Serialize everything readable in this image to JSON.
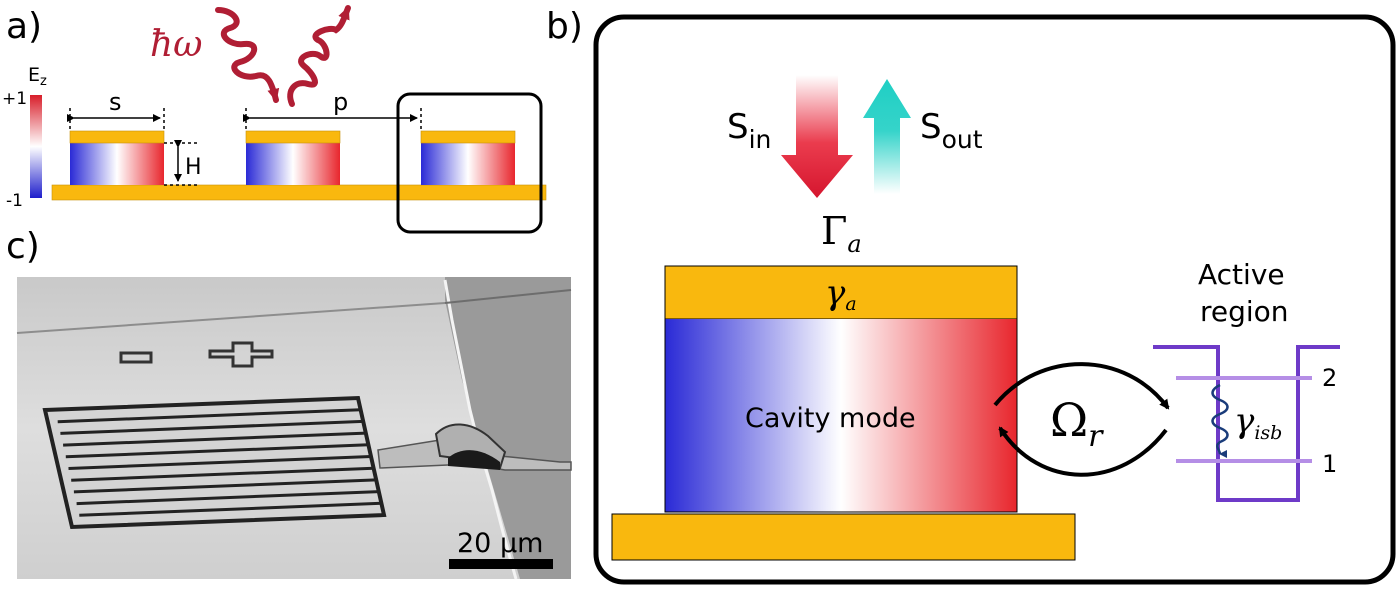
{
  "colors": {
    "gold": "#F9B80E",
    "blue": "#2A2AD6",
    "red": "#E8262D",
    "teal": "#1FCFC4",
    "dark_red": "#B01E34",
    "purple": "#6E3AC8",
    "light_purple": "#B58EE6",
    "navy": "#1A3C7A"
  },
  "panel_a": {
    "label": "a)",
    "colorbar": {
      "title": "E",
      "title_sub": "z",
      "max": "+1",
      "min": "-1"
    },
    "photon_label": "ħω",
    "dim_s": "s",
    "dim_p": "p",
    "dim_h": "H"
  },
  "panel_b": {
    "label": "b)",
    "s_in": {
      "main": "S",
      "sub": "in"
    },
    "s_out": {
      "main": "S",
      "sub": "out"
    },
    "gamma_a_rad": {
      "main": "Γ",
      "sub": "a"
    },
    "gamma_a_abs": {
      "main": "γ",
      "sub": "a"
    },
    "cavity_label": "Cavity mode",
    "omega": {
      "main": "Ω",
      "sub": "r"
    },
    "active_region_line1": "Active",
    "active_region_line2": "region",
    "level_2": "2",
    "level_1": "1",
    "gamma_isb": {
      "main": "γ",
      "sub": "isb"
    }
  },
  "panel_c": {
    "label": "c)",
    "scale_bar": "20 µm"
  }
}
